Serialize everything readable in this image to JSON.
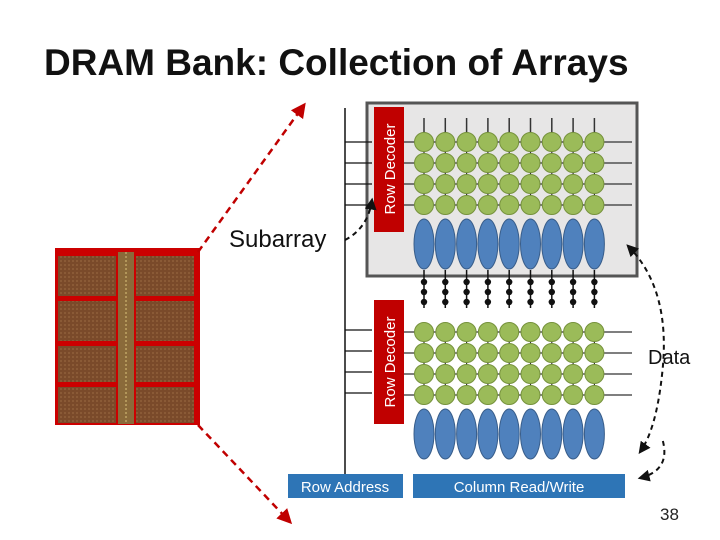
{
  "title": "DRAM Bank: Collection of Arrays",
  "labels": {
    "subarray": "Subarray",
    "row_decoder": "Row Decoder",
    "data": "Data",
    "row_address": "Row Address",
    "column_read_write": "Column Read/Write",
    "page_number": "38"
  },
  "colors": {
    "cell_green": "#9bbb59",
    "bitline_blue": "#4f81bd",
    "row_decoder_red": "#c00000",
    "bar_blue": "#2e75b6",
    "highlight_gray": "#e7e6e6",
    "arrow_red": "#c00000",
    "die_red": "#cc0000",
    "die_brown": "#7a4a2a"
  },
  "icons": [
    "die-photo",
    "dashed-arrow"
  ]
}
